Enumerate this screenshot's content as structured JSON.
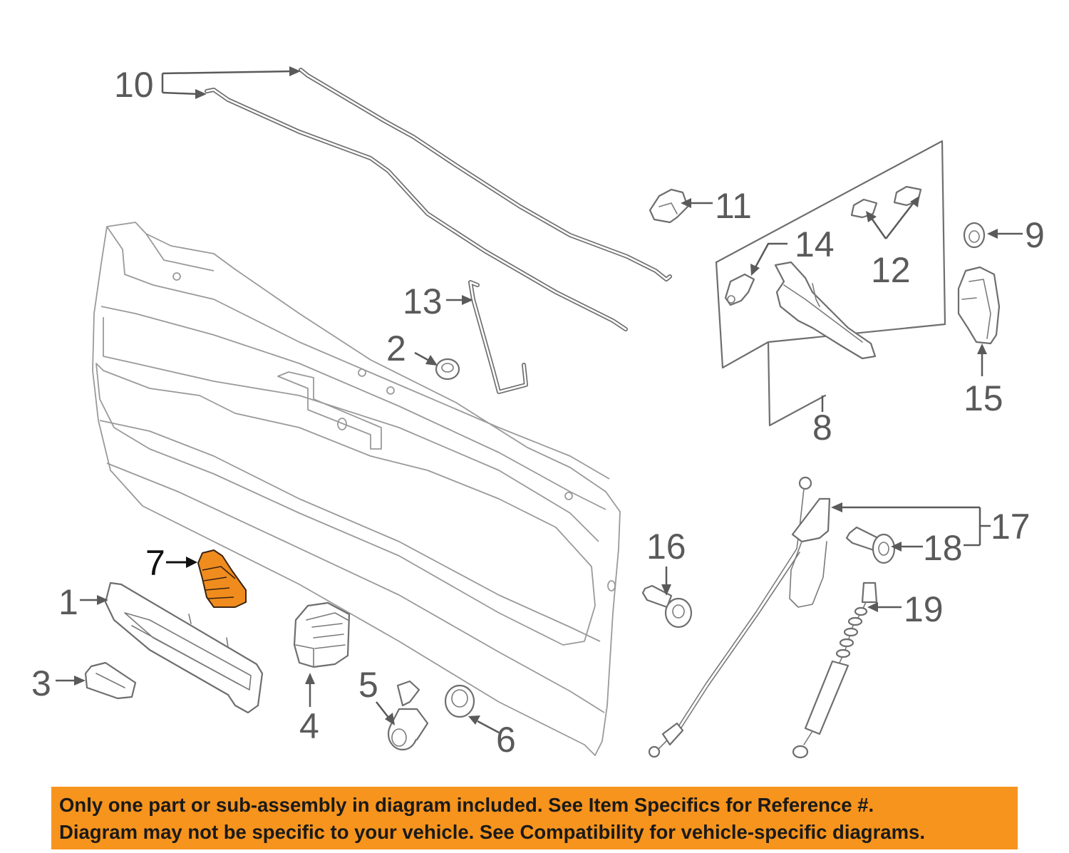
{
  "diagram": {
    "callouts": [
      {
        "id": "1",
        "label": "1"
      },
      {
        "id": "2",
        "label": "2"
      },
      {
        "id": "3",
        "label": "3"
      },
      {
        "id": "4",
        "label": "4"
      },
      {
        "id": "5",
        "label": "5"
      },
      {
        "id": "6",
        "label": "6"
      },
      {
        "id": "7",
        "label": "7",
        "highlighted": true
      },
      {
        "id": "8",
        "label": "8"
      },
      {
        "id": "9",
        "label": "9"
      },
      {
        "id": "10",
        "label": "10"
      },
      {
        "id": "11",
        "label": "11"
      },
      {
        "id": "12",
        "label": "12"
      },
      {
        "id": "13",
        "label": "13"
      },
      {
        "id": "14",
        "label": "14"
      },
      {
        "id": "15",
        "label": "15"
      },
      {
        "id": "16",
        "label": "16"
      },
      {
        "id": "17",
        "label": "17"
      },
      {
        "id": "18",
        "label": "18"
      },
      {
        "id": "19",
        "label": "19"
      }
    ],
    "colors": {
      "highlight_part": "#f08c1e",
      "line": "#6e6e6e",
      "label": "#5a5a5a",
      "banner": "#f7941d"
    }
  },
  "banner": {
    "line1": "Only one part or sub-assembly in diagram included. See Item Specifics for Reference #.",
    "line2": "Diagram may not be specific to your vehicle. See Compatibility for vehicle-specific diagrams."
  }
}
